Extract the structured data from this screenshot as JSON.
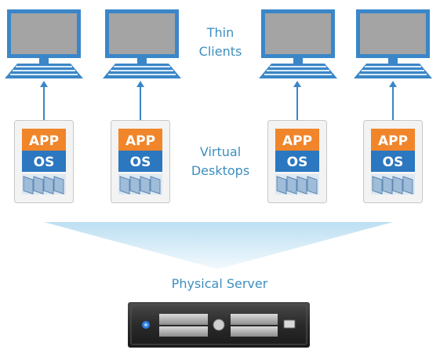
{
  "labels": {
    "thin_clients": [
      "Thin",
      "Clients"
    ],
    "virtual_desktops": [
      "Virtual",
      "Desktops"
    ],
    "physical_server": "Physical Server"
  },
  "vm": {
    "app_label": "APP",
    "os_label": "OS"
  },
  "colors": {
    "label_blue": "#3d8fbf",
    "app_orange": "#f0852a",
    "os_blue": "#2b77c0",
    "monitor_frame": "#3a86c8",
    "screen_gray": "#a4a4a4",
    "funnel_light": "#d6ecf7",
    "server_dark": "#2c2c2c"
  }
}
